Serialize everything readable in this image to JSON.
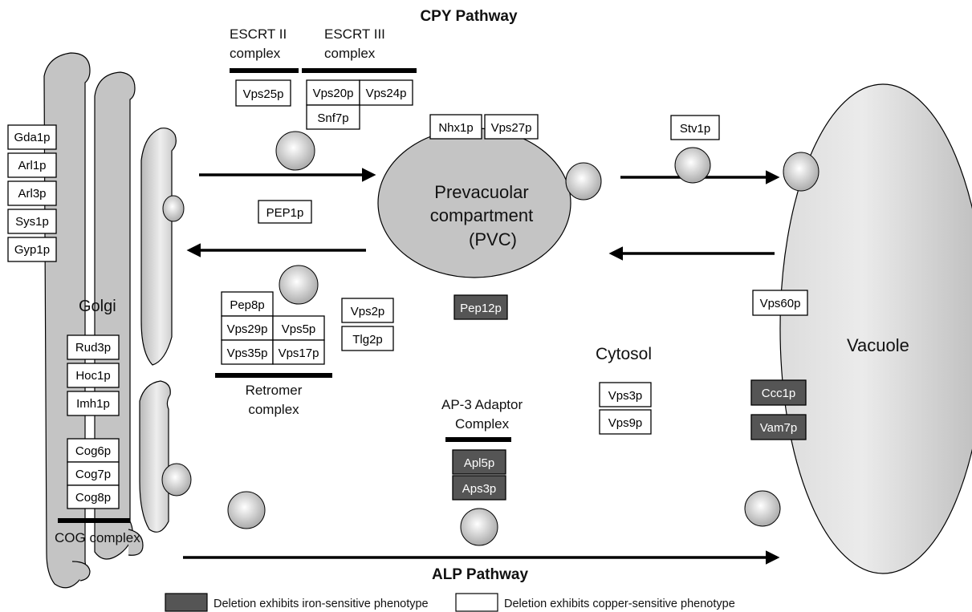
{
  "titles": {
    "cpy": "CPY Pathway",
    "alp": "ALP Pathway"
  },
  "compartments": {
    "golgi": "Golgi",
    "pvc_line1": "Prevacuolar",
    "pvc_line2": "compartment",
    "pvc_line3": "(PVC)",
    "cytosol": "Cytosol",
    "vacuole": "Vacuole"
  },
  "complexes": {
    "escrt2_line1": "ESCRT II",
    "escrt2_line2": "complex",
    "escrt3_line1": "ESCRT III",
    "escrt3_line2": "complex",
    "retromer_line1": "Retromer",
    "retromer_line2": "complex",
    "ap3_line1": "AP-3 Adaptor",
    "ap3_line2": "Complex",
    "cog": "COG complex"
  },
  "proteins": {
    "gda1p": "Gda1p",
    "arl1p": "Arl1p",
    "arl3p": "Arl3p",
    "sys1p": "Sys1p",
    "gyp1p": "Gyp1p",
    "rud3p": "Rud3p",
    "hoc1p": "Hoc1p",
    "imh1p": "Imh1p",
    "cog6p": "Cog6p",
    "cog7p": "Cog7p",
    "cog8p": "Cog8p",
    "vps25p": "Vps25p",
    "vps20p": "Vps20p",
    "vps24p": "Vps24p",
    "snf7p": "Snf7p",
    "pep1p": "PEP1p",
    "nhx1p": "Nhx1p",
    "vps27p": "Vps27p",
    "pep12p": "Pep12p",
    "stv1p": "Stv1p",
    "pep8p": "Pep8p",
    "vps29p": "Vps29p",
    "vps5p": "Vps5p",
    "vps35p": "Vps35p",
    "vps17p": "Vps17p",
    "vps2p": "Vps2p",
    "tlg2p": "Tlg2p",
    "vps3p": "Vps3p",
    "vps9p": "Vps9p",
    "apl5p": "Apl5p",
    "aps3p": "Aps3p",
    "vps60p": "Vps60p",
    "ccc1p": "Ccc1p",
    "vam7p": "Vam7p"
  },
  "legend": {
    "iron": "Deletion exhibits iron-sensitive phenotype",
    "copper": "Deletion exhibits copper-sensitive phenotype"
  },
  "colors": {
    "iron_box": "#555555",
    "copper_box": "#ffffff",
    "organelle": "#c4c4c4",
    "arrow": "#000000"
  }
}
